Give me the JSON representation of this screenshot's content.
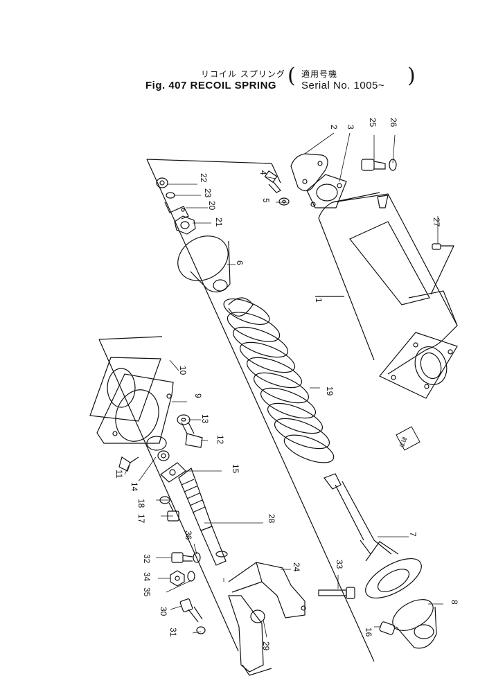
{
  "title": {
    "jp_left": "リコイル スプリング",
    "jp_right": "適用号機",
    "fig": "Fig. 407 RECOIL SPRING",
    "serial": "Serial No. 1005~",
    "open_paren": "(",
    "close_paren": ")"
  },
  "callouts": [
    "1",
    "2",
    "3",
    "4",
    "5",
    "6",
    "7",
    "8",
    "9",
    "10",
    "11",
    "12",
    "13",
    "14",
    "15",
    "16",
    "17",
    "18",
    "19",
    "20",
    "21",
    "22",
    "23",
    "24",
    "25",
    "26",
    "27",
    "28",
    "29",
    "30",
    "31",
    "32",
    "33",
    "34",
    "35",
    "36"
  ],
  "badge": "前方",
  "colors": {
    "ink": "#111111",
    "paper": "#ffffff"
  }
}
